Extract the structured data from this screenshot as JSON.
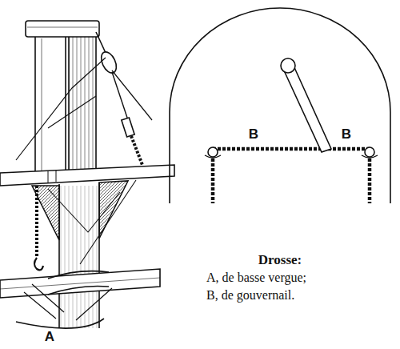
{
  "diagram": {
    "caption": "Drosse:",
    "labels": [
      "A",
      "B",
      "B",
      "A, de basse vergue;",
      "B, de gouvernail."
    ]
  }
}
